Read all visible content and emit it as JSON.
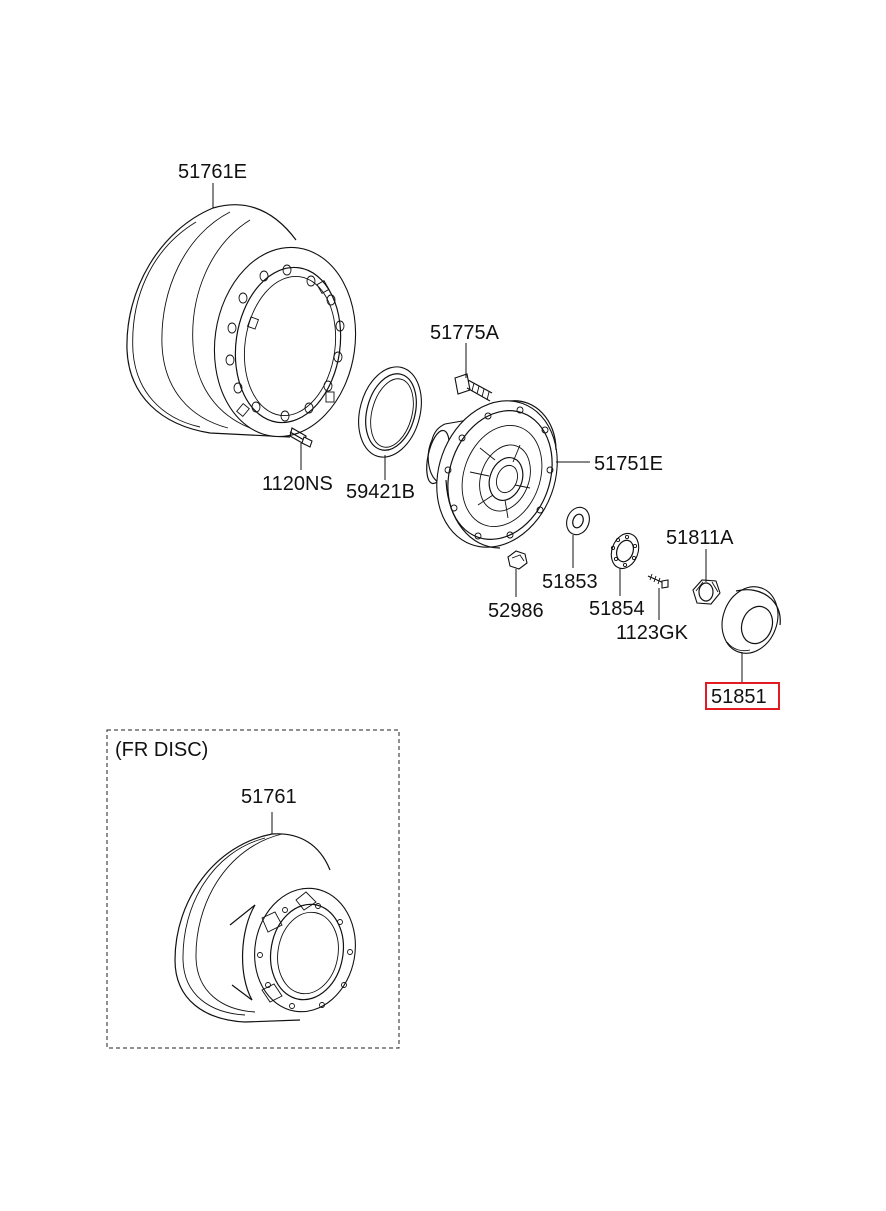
{
  "parts": {
    "drum": "51761E",
    "hub_bolt": "51775A",
    "hub": "51751E",
    "screw_drum": "1120NS",
    "oil_seal": "59421B",
    "washer": "51853",
    "nut_hub": "52986",
    "lock_washer": "51854",
    "screw_lock": "1123GK",
    "bearing_nut": "51811A",
    "hub_cap": "51851"
  },
  "inset": {
    "title": "(FR DISC)",
    "disc": "51761"
  },
  "highlight": {
    "part": "51851",
    "color": "#e31b23"
  }
}
